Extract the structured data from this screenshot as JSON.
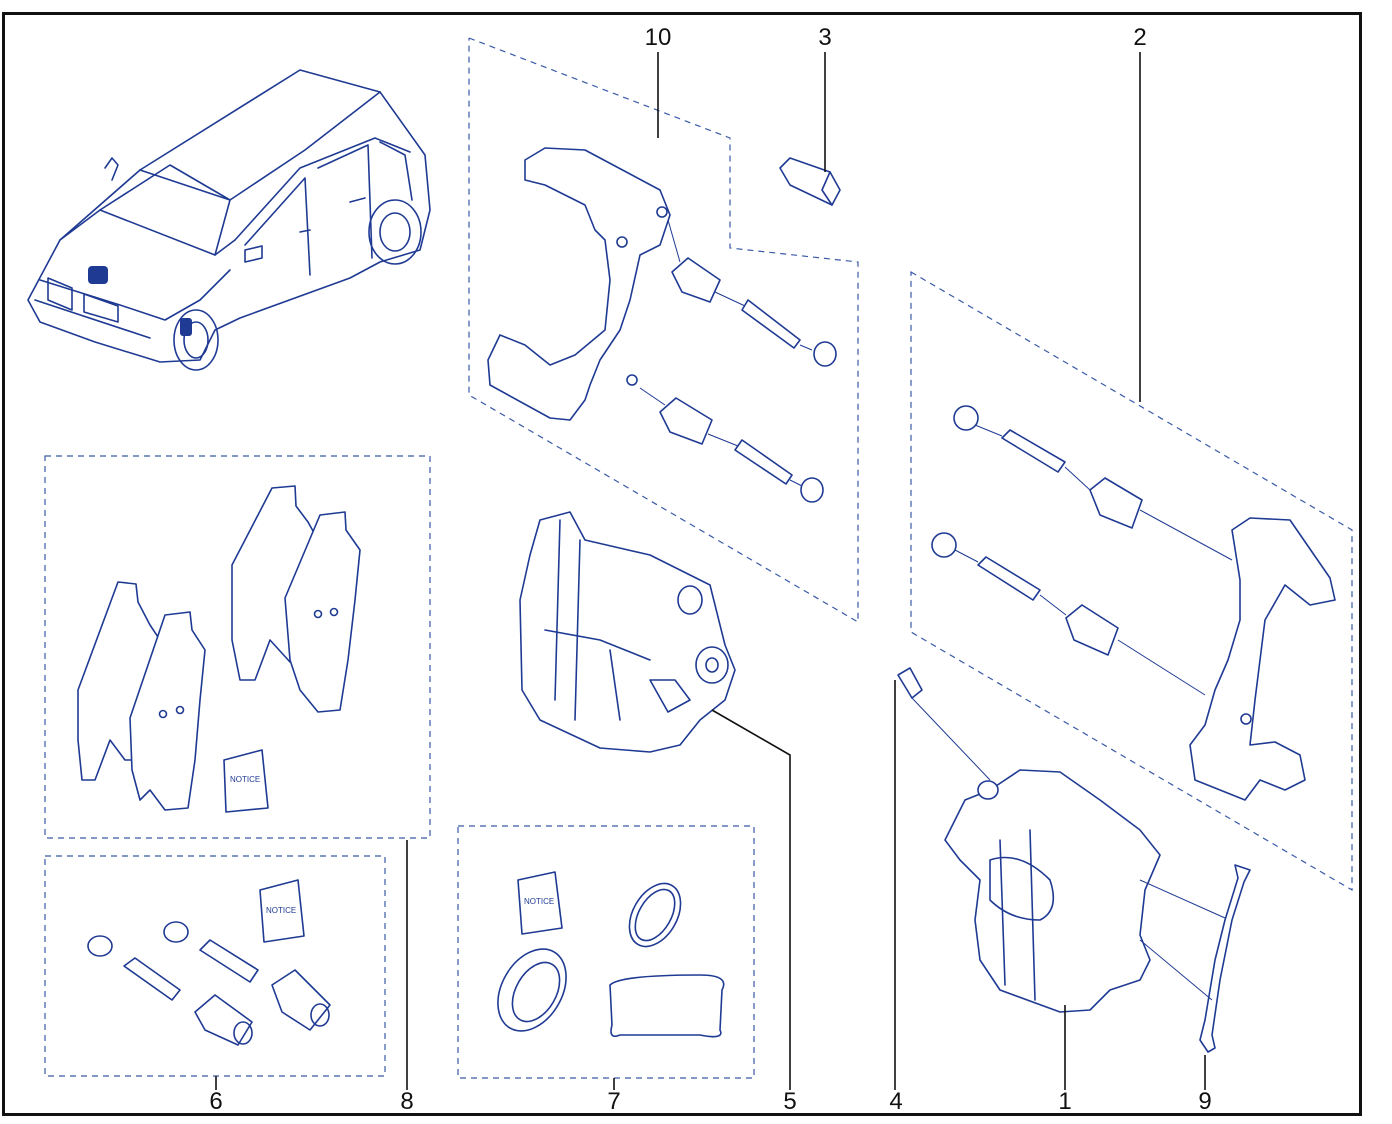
{
  "callouts": {
    "c1": "1",
    "c2": "2",
    "c3": "3",
    "c4": "4",
    "c5": "5",
    "c6": "6",
    "c7": "7",
    "c8": "8",
    "c9": "9",
    "c10": "10"
  },
  "notices": {
    "pads_kit": "NOTICE",
    "guide_kit": "NOTICE",
    "seal_kit": "NOTICE"
  },
  "colors": {
    "line_art": "#1f3a93",
    "dashed_box": "#3a5aa8",
    "callout_text": "#111111",
    "border": "#111111"
  }
}
